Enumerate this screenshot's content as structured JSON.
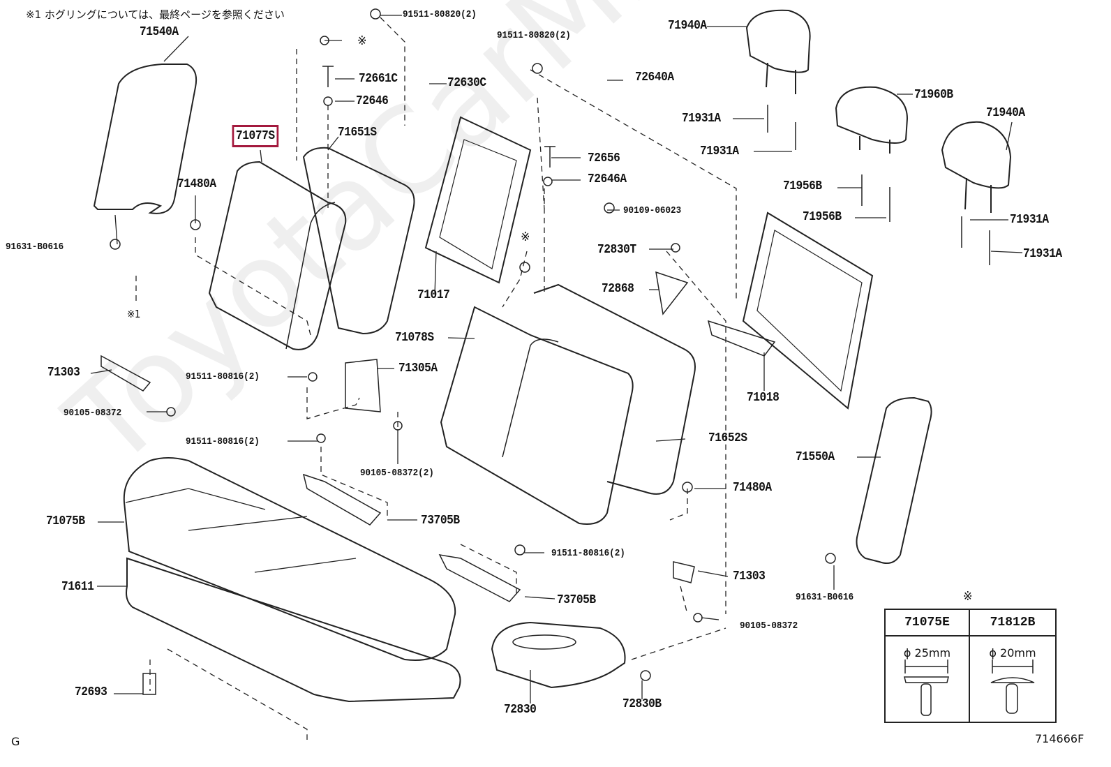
{
  "note": "※1  ホグリングについては、最終ページを参照ください",
  "watermark": "ToyotaCarMine.ru",
  "highlighted_part": "71077S",
  "labels": [
    "91511-80820(2)",
    "71540A",
    "※",
    "91511-80820(2)",
    "72661C",
    "72630C",
    "72646",
    "72640A",
    "71940A",
    "71960B",
    "71940A",
    "71931A",
    "71931A",
    "71077S",
    "71651S",
    "72656",
    "72646A",
    "71480A",
    "71956B",
    "71956B",
    "90109-06023",
    "71931A",
    "71931A",
    "91631-B0616",
    "72830T",
    "※",
    "※1",
    "72868",
    "71017",
    "71078S",
    "71303",
    "71305A",
    "91511-80816(2)",
    "71018",
    "90105-08372",
    "71652S",
    "91511-80816(2)",
    "71550A",
    "90105-08372(2)",
    "71480A",
    "71075B",
    "73705B",
    "91511-80816(2)",
    "71303",
    "71611",
    "91631-B0616",
    "※",
    "73705B",
    "90105-08372",
    "72693",
    "72830",
    "72830B"
  ],
  "clip_table": {
    "columns": [
      {
        "part": "71075E",
        "diameter": "ϕ 25mm"
      },
      {
        "part": "71812B",
        "diameter": "ϕ 20mm"
      }
    ]
  },
  "footer": {
    "left": "G",
    "right": "714666F"
  }
}
